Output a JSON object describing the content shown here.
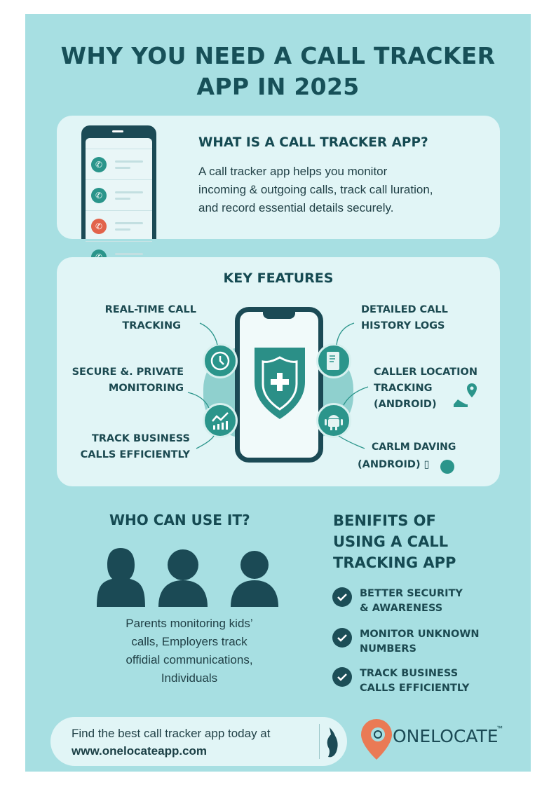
{
  "title_line1": "WHY YOU NEED A CALL TRACKER",
  "title_line2": "APP IN 2025",
  "what": {
    "heading": "WHAT IS A CALL TRACKER APP?",
    "line1": "A call tracker app helps you monitor",
    "line2": "incoming & outgoing calls, track call luration,",
    "line3": "and record essential details securely."
  },
  "features": {
    "heading": "KEY FEATURES",
    "left": [
      {
        "l1": "REAL-TIME CALL",
        "l2": "TRACKING",
        "icon": "clock-icon"
      },
      {
        "l1": "SECURE &. PRIVATE",
        "l2": "MONITORING",
        "icon": "chart-icon"
      },
      {
        "l1": "TRACK BUSINESS",
        "l2": "CALLS EFFICIENTLY"
      }
    ],
    "right": [
      {
        "l1": "DETAILED CALL",
        "l2": "HISTORY LOGS",
        "icon": "document-icon"
      },
      {
        "l1": "CALLER LOCATION",
        "l2": "TRACKING",
        "l3": "(ANDROID)",
        "icon": "android-icon"
      },
      {
        "l1": "CARLM DAVING",
        "l2": "(ANDROID) ▯"
      }
    ]
  },
  "who": {
    "heading": "WHO CAN USE IT?",
    "line1": "Parents monitoring kids’",
    "line2": "calls, Employers track",
    "line3": "offidial communications,",
    "line4": "Individuals"
  },
  "benefits": {
    "h1": "BENIFITS OF",
    "h2": "USING A CALL",
    "h3": "TRACKING APP",
    "items": [
      {
        "l1": "BETTER SECURITY",
        "l2": "& AWARENESS"
      },
      {
        "l1": "MONITOR UNKNOWN",
        "l2": "NUMBERS"
      },
      {
        "l1": "TRACK BUSINESS",
        "l2": "CALLS EFFICIENTLY"
      }
    ]
  },
  "footer": {
    "line1": "Find the best call tracker app today at",
    "url": "www.onelocateapp.com",
    "brand": "ONELOCATE",
    "tm": "™"
  },
  "colors": {
    "bg": "#a7dfe2",
    "card": "#e1f5f6",
    "dark": "#154a52",
    "teal": "#2b958b",
    "red": "#e2634b",
    "orange": "#ea7a55"
  }
}
